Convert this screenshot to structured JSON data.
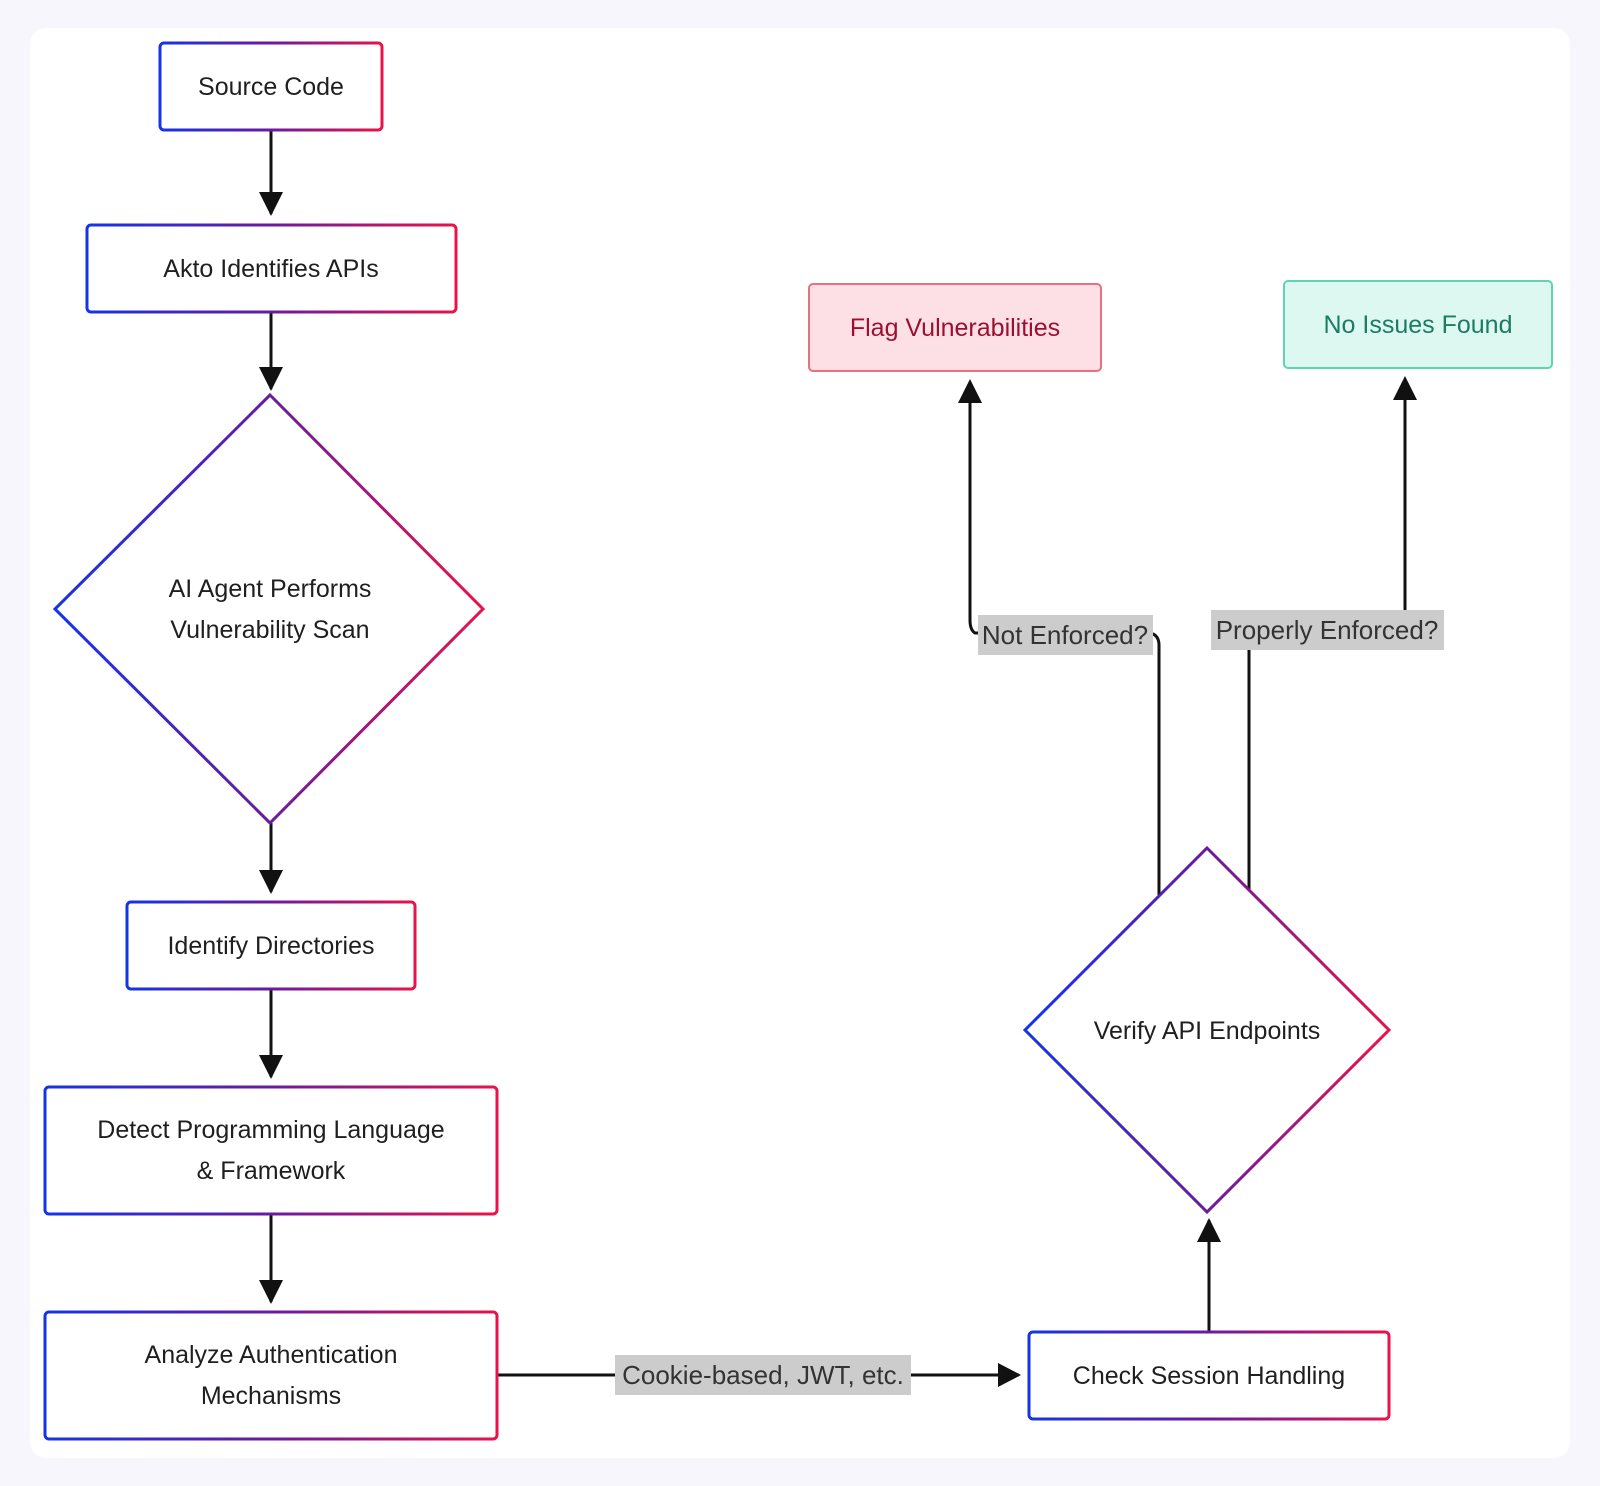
{
  "colors": {
    "gradient_start": "#1434e8",
    "gradient_mid": "#6a1aa0",
    "gradient_end": "#e8134a",
    "edge": "#111111",
    "edge_label_bg": "#cccccc",
    "flag_fill": "#fde0e6",
    "flag_stroke": "#e8707f",
    "flag_text": "#9b1030",
    "ok_fill": "#ddf8f0",
    "ok_stroke": "#5fd4b4",
    "ok_text": "#1c7c63"
  },
  "nodes": {
    "source_code": "Source Code",
    "akto_identifies": "Akto Identifies APIs",
    "ai_scan_line1": "AI Agent Performs",
    "ai_scan_line2": "Vulnerability Scan",
    "identify_dirs": "Identify Directories",
    "detect_lang_line1": "Detect Programming Language",
    "detect_lang_line2": "& Framework",
    "analyze_auth_line1": "Analyze Authentication",
    "analyze_auth_line2": "Mechanisms",
    "check_session": "Check Session Handling",
    "verify_api": "Verify API Endpoints",
    "flag_vuln": "Flag Vulnerabilities",
    "no_issues": "No Issues Found"
  },
  "edges": {
    "auth_to_session": "Cookie-based, JWT, etc.",
    "not_enforced": "Not Enforced?",
    "properly_enforced": "Properly Enforced?"
  }
}
